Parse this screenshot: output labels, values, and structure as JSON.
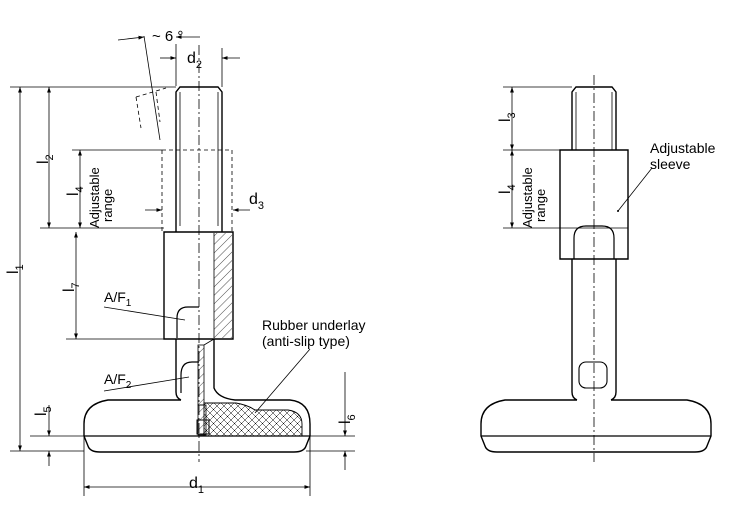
{
  "labels": {
    "angle": "~ 6 °",
    "d1": "d",
    "d1_sub": "1",
    "d2": "d",
    "d2_sub": "2",
    "d3": "d",
    "d3_sub": "3",
    "l1": "l",
    "l1_sub": "1",
    "l2": "l",
    "l2_sub": "2",
    "l3": "l",
    "l3_sub": "3",
    "l4_left": "l",
    "l4_left_sub": "4",
    "l4_right": "l",
    "l4_right_sub": "4",
    "l5": "l",
    "l5_sub": "5",
    "l6": "l",
    "l6_sub": "6",
    "l7": "l",
    "l7_sub": "7",
    "af1": "A/F",
    "af1_sub": "1",
    "af2": "A/F",
    "af2_sub": "2",
    "adjustable_range_1": "Adjustable",
    "adjustable_range_2": "range",
    "rubber_1": "Rubber underlay",
    "rubber_2": "(anti-slip type)",
    "sleeve_1": "Adjustable",
    "sleeve_2": "sleeve"
  }
}
